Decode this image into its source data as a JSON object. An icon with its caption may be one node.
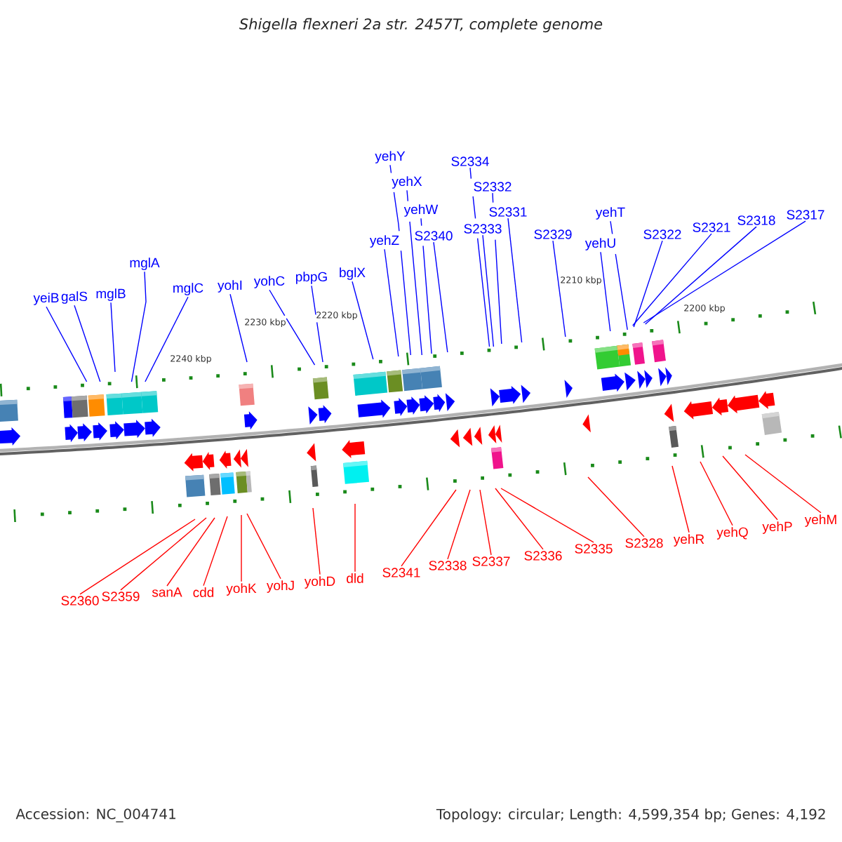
{
  "diagram": {
    "title": "Shigella flexneri 2a str. 2457T, complete genome",
    "nodes": [
      {
        "text": [
          "yeiB"
        ]
      },
      {
        "text": [
          "galS"
        ]
      },
      {
        "text": [
          "mglB"
        ]
      },
      {
        "text": [
          "mglA"
        ]
      },
      {
        "text": [
          "mglC"
        ]
      },
      {
        "text": [
          "yohI"
        ]
      },
      {
        "text": [
          "yohC"
        ]
      },
      {
        "text": [
          "pbpG"
        ]
      },
      {
        "text": [
          "bglX"
        ]
      },
      {
        "text": [
          "yehZ"
        ]
      },
      {
        "text": [
          "yehY"
        ]
      },
      {
        "text": [
          "yehX"
        ]
      },
      {
        "text": [
          "yehW"
        ]
      },
      {
        "text": [
          "S2340"
        ]
      },
      {
        "text": [
          "S2334"
        ]
      },
      {
        "text": [
          "S2333"
        ]
      },
      {
        "text": [
          "S2332"
        ]
      },
      {
        "text": [
          "S2331"
        ]
      },
      {
        "text": [
          "S2329"
        ]
      },
      {
        "text": [
          "yehU"
        ]
      },
      {
        "text": [
          "yehT"
        ]
      },
      {
        "text": [
          "S2322"
        ]
      },
      {
        "text": [
          "S2321"
        ]
      },
      {
        "text": [
          "S2318"
        ]
      },
      {
        "text": [
          "S2317"
        ]
      },
      {
        "text": [
          "S2360"
        ]
      },
      {
        "text": [
          "S2359"
        ]
      },
      {
        "text": [
          "sanA"
        ]
      },
      {
        "text": [
          "cdd"
        ]
      },
      {
        "text": [
          "yohK"
        ]
      },
      {
        "text": [
          "yohJ"
        ]
      },
      {
        "text": [
          "yohD"
        ]
      },
      {
        "text": [
          "dld"
        ]
      },
      {
        "text": [
          "S2341"
        ]
      },
      {
        "text": [
          "S2338"
        ]
      },
      {
        "text": [
          "S2337"
        ]
      },
      {
        "text": [
          "S2336"
        ]
      },
      {
        "text": [
          "S2335"
        ]
      },
      {
        "text": [
          "S2328"
        ]
      },
      {
        "text": [
          "yehR"
        ]
      },
      {
        "text": [
          "yehQ"
        ]
      },
      {
        "text": [
          "yehP"
        ]
      },
      {
        "text": [
          "yehM"
        ]
      }
    ],
    "edges": [
      {
        "from": 0,
        "to": null,
        "arrow": "none"
      },
      {
        "from": 1,
        "to": null,
        "arrow": "none"
      },
      {
        "from": 2,
        "to": null,
        "arrow": "none"
      },
      {
        "from": 3,
        "to": null,
        "arrow": "none"
      },
      {
        "from": 4,
        "to": null,
        "arrow": "none"
      },
      {
        "from": 5,
        "to": null,
        "arrow": "none"
      },
      {
        "from": 6,
        "to": null,
        "arrow": "none"
      },
      {
        "from": 7,
        "to": null,
        "arrow": "none"
      },
      {
        "from": 8,
        "to": null,
        "arrow": "none"
      },
      {
        "from": 9,
        "to": null,
        "arrow": "none"
      },
      {
        "from": 10,
        "to": null,
        "arrow": "none"
      },
      {
        "from": 11,
        "to": null,
        "arrow": "none"
      },
      {
        "from": 12,
        "to": null,
        "arrow": "none"
      },
      {
        "from": 13,
        "to": null,
        "arrow": "none"
      },
      {
        "from": 14,
        "to": null,
        "arrow": "none"
      },
      {
        "from": 15,
        "to": null,
        "arrow": "none"
      },
      {
        "from": 16,
        "to": null,
        "arrow": "none"
      },
      {
        "from": 17,
        "to": null,
        "arrow": "none"
      },
      {
        "from": 18,
        "to": null,
        "arrow": "none"
      },
      {
        "from": 19,
        "to": null,
        "arrow": "none"
      },
      {
        "from": 20,
        "to": null,
        "arrow": "none"
      },
      {
        "from": 21,
        "to": null,
        "arrow": "none"
      },
      {
        "from": 22,
        "to": null,
        "arrow": "none"
      },
      {
        "from": 23,
        "to": null,
        "arrow": "none"
      },
      {
        "from": 24,
        "to": null,
        "arrow": "none"
      },
      {
        "from": 25,
        "to": null,
        "arrow": "none",
        "color": "#ff0000"
      },
      {
        "from": 26,
        "to": null,
        "arrow": "none",
        "color": "#ff0000"
      },
      {
        "from": 27,
        "to": null,
        "arrow": "none",
        "color": "#ff0000"
      },
      {
        "from": 28,
        "to": null,
        "arrow": "none",
        "color": "#ff0000"
      },
      {
        "from": 29,
        "to": null,
        "arrow": "none",
        "color": "#ff0000"
      },
      {
        "from": 30,
        "to": null,
        "arrow": "none",
        "color": "#ff0000"
      },
      {
        "from": 31,
        "to": null,
        "arrow": "none",
        "color": "#ff0000"
      },
      {
        "from": 32,
        "to": null,
        "arrow": "none",
        "color": "#ff0000"
      },
      {
        "from": 33,
        "to": null,
        "arrow": "none",
        "color": "#ff0000"
      },
      {
        "from": 34,
        "to": null,
        "arrow": "none",
        "color": "#ff0000"
      },
      {
        "from": 35,
        "to": null,
        "arrow": "none",
        "color": "#ff0000"
      },
      {
        "from": 36,
        "to": null,
        "arrow": "none",
        "color": "#ff0000"
      },
      {
        "from": 37,
        "to": null,
        "arrow": "none",
        "color": "#ff0000"
      },
      {
        "from": 38,
        "to": null,
        "arrow": "none",
        "color": "#ff0000"
      },
      {
        "from": 39,
        "to": null,
        "arrow": "none",
        "color": "#ff0000"
      },
      {
        "from": 40,
        "to": null,
        "arrow": "none",
        "color": "#ff0000"
      },
      {
        "from": 41,
        "to": null,
        "arrow": "none",
        "color": "#ff0000"
      },
      {
        "from": 42,
        "to": null,
        "arrow": "none",
        "color": "#ff0000"
      }
    ],
    "labels": [
      "2240 kbp",
      "2230 kbp",
      "2220 kbp",
      "2210 kbp",
      "2200 kbp",
      "Accession: NC_004741",
      "Topology: circular; Length: 4,599,354 bp; Genes: 4,192"
    ]
  }
}
